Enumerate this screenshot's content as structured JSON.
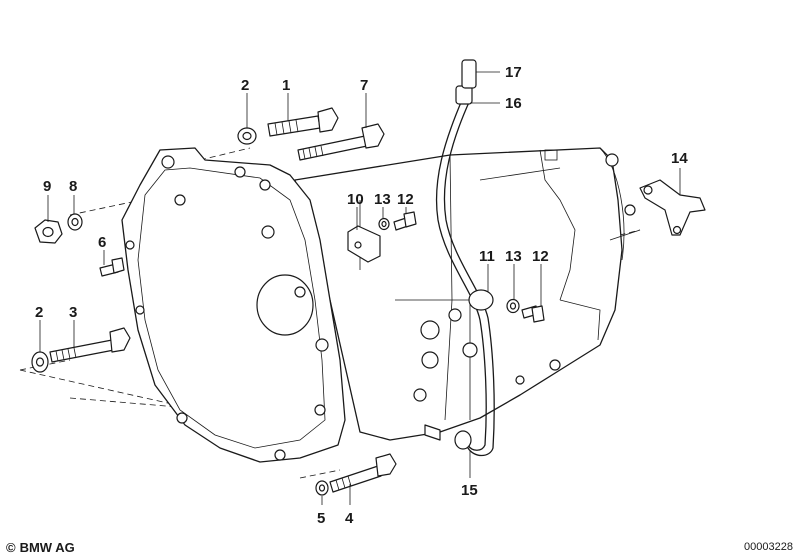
{
  "callouts": [
    {
      "id": "c1",
      "text": "1"
    },
    {
      "id": "c2a",
      "text": "2"
    },
    {
      "id": "c7",
      "text": "7"
    },
    {
      "id": "c17",
      "text": "17"
    },
    {
      "id": "c16",
      "text": "16"
    },
    {
      "id": "c14",
      "text": "14"
    },
    {
      "id": "c9",
      "text": "9"
    },
    {
      "id": "c8",
      "text": "8"
    },
    {
      "id": "c10",
      "text": "10"
    },
    {
      "id": "c13a",
      "text": "13"
    },
    {
      "id": "c12a",
      "text": "12"
    },
    {
      "id": "c6",
      "text": "6"
    },
    {
      "id": "c11",
      "text": "11"
    },
    {
      "id": "c13b",
      "text": "13"
    },
    {
      "id": "c12b",
      "text": "12"
    },
    {
      "id": "c2b",
      "text": "2"
    },
    {
      "id": "c3",
      "text": "3"
    },
    {
      "id": "c15",
      "text": "15"
    },
    {
      "id": "c5",
      "text": "5"
    },
    {
      "id": "c4",
      "text": "4"
    }
  ],
  "footer": {
    "copyright_symbol": "©",
    "brand": "BMW AG",
    "doc_number": "00003228"
  }
}
